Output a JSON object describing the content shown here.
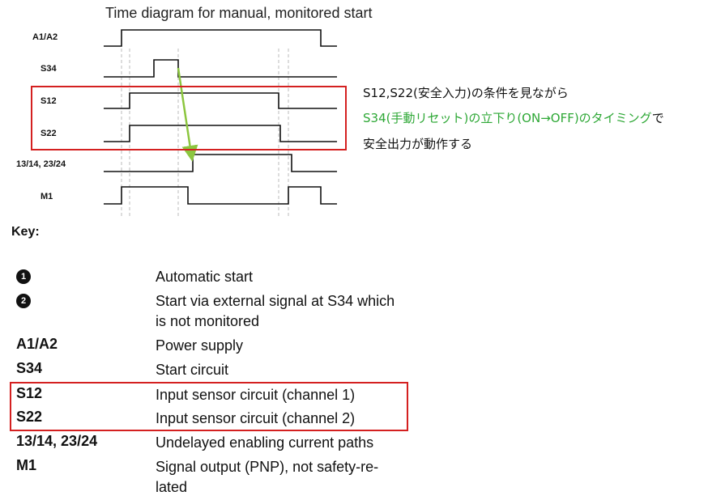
{
  "diagram": {
    "title": "Time diagram for manual, monitored start",
    "signals": [
      {
        "label": "A1/A2",
        "high": [
          [
            150,
            396
          ]
        ]
      },
      {
        "label": "S34",
        "high": [
          [
            190,
            220
          ]
        ]
      },
      {
        "label": "S12",
        "high": [
          [
            160,
            344
          ]
        ]
      },
      {
        "label": "S22",
        "high": [
          [
            160,
            346
          ]
        ]
      },
      {
        "label": "13/14, 23/24",
        "high": [
          [
            238,
            360
          ]
        ]
      },
      {
        "label": "M1",
        "high": [
          [
            150,
            232
          ],
          [
            356,
            396
          ]
        ]
      }
    ],
    "notes": {
      "line1": "S12,S22(安全入力)の条件を見ながら",
      "line2_green": "S34(手動リセット)の立下り(ON→OFF)のタイミング",
      "line2_suffix": "で",
      "line3": "安全出力が動作する"
    },
    "colors": {
      "highlight_box": "#d42020",
      "arrow": "#8cc63f",
      "note_green": "#2ea836",
      "signal": "#111111",
      "guide": "#bbbbbb"
    }
  },
  "key": {
    "title": "Key:",
    "items": [
      {
        "symbol": "1",
        "badge": true,
        "desc": "Automatic start"
      },
      {
        "symbol": "2",
        "badge": true,
        "desc": "Start via external signal at S34 which\nis not monitored"
      },
      {
        "symbol": "A1/A2",
        "badge": false,
        "desc": "Power supply"
      },
      {
        "symbol": "S34",
        "badge": false,
        "desc": "Start circuit"
      },
      {
        "symbol": "S12",
        "badge": false,
        "desc": "Input sensor circuit (channel 1)"
      },
      {
        "symbol": "S22",
        "badge": false,
        "desc": "Input sensor circuit (channel 2)"
      },
      {
        "symbol": "13/14, 23/24",
        "badge": false,
        "desc": "Undelayed enabling current paths"
      },
      {
        "symbol": "M1",
        "badge": false,
        "desc": "Signal output (PNP), not safety-re-\nlated"
      }
    ]
  }
}
